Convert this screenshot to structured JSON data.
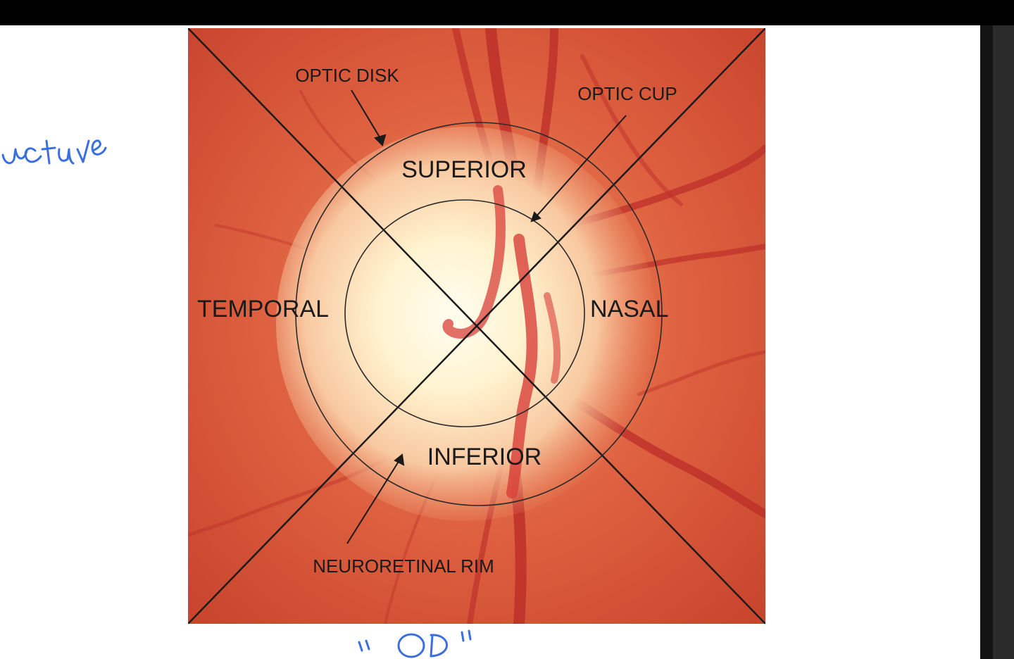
{
  "diagram": {
    "labels": {
      "optic_disk": "OPTIC DISK",
      "optic_cup": "OPTIC CUP",
      "superior": "SUPERIOR",
      "temporal": "TEMPORAL",
      "nasal": "NASAL",
      "inferior": "INFERIOR",
      "neuroretinal_rim": "NEURORETINAL RIM"
    }
  },
  "annotations": {
    "handwritten_left": "ucture",
    "handwritten_bottom": "\" OD \""
  },
  "colors": {
    "fundus_background": "#d9573a",
    "disc_center": "#fffbe6",
    "vessel": "#c2302a",
    "ink": "#3a6fe0",
    "line": "#1a1a1a"
  }
}
